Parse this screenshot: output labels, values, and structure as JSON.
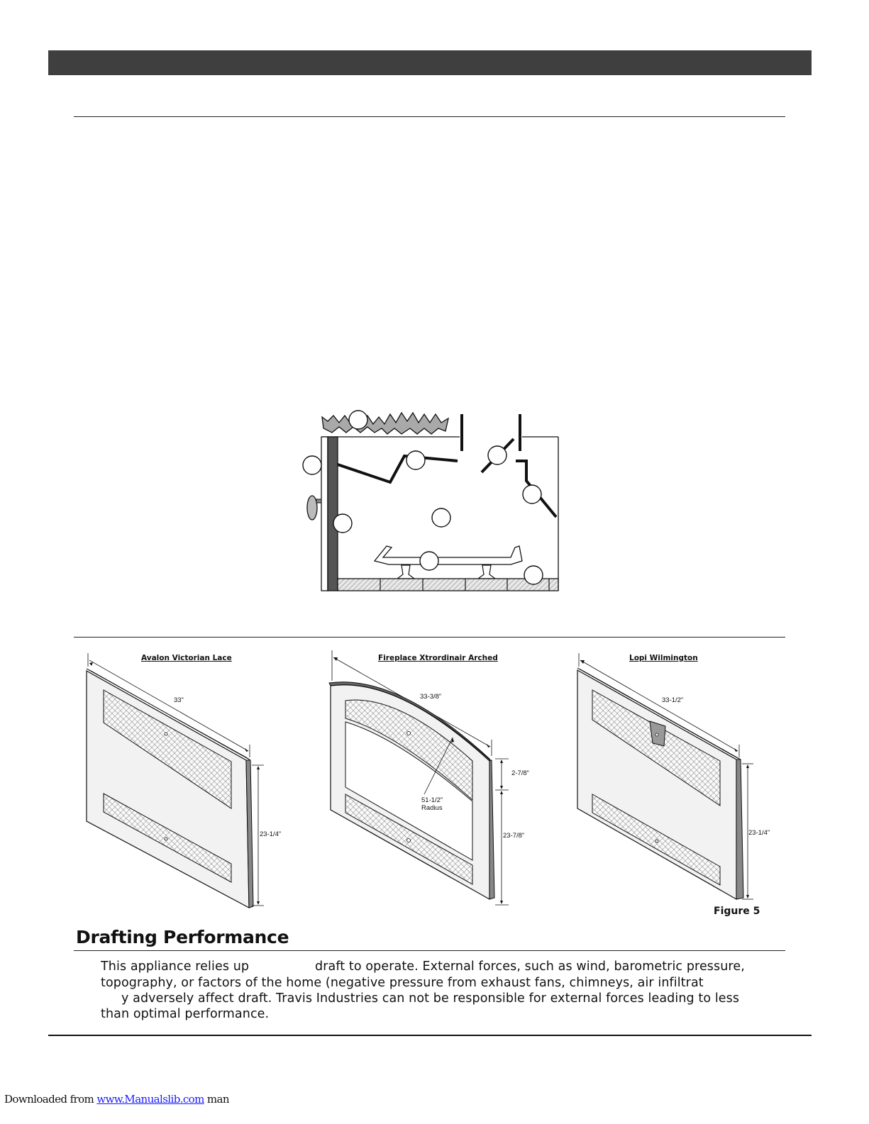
{
  "doors": [
    {
      "title": "Avalon Victorian Lace",
      "width": "33”",
      "height": "23-1/4”"
    },
    {
      "title": "Fireplace Xtrordinair Arched",
      "width": "33-3/8”",
      "arch": "2-7/8”",
      "radius_value": "51-1/2”",
      "radius_label": "Radius",
      "height": "23-7/8”"
    },
    {
      "title": "Lopi Wilmington",
      "width": "33-1/2”",
      "height": "23-1/4”"
    }
  ],
  "figure_label": "Figure 5",
  "section": {
    "heading": "Drafting Performance",
    "lines": [
      "This appliance relies up",
      "draft to operate.  External forces, such as wind, barometric pressure,",
      "topography, or factors of the home (negative pressure from exhaust fans, chimneys, air infiltrat",
      "y adversely affect draft.  Travis Industries can not be responsible for external forces leading to less",
      "than optimal performance."
    ]
  },
  "footer": {
    "prefix": "Downloaded from ",
    "link": "www.Manualslib.com",
    "suffix": "  man"
  }
}
